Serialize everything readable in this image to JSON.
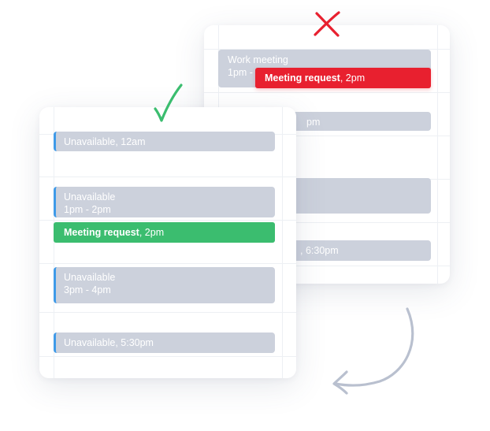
{
  "conflict_calendar": {
    "status": "rejected",
    "status_color": "#e8202f",
    "status_icon": "cross-icon",
    "events": [
      {
        "title": "Work meeting",
        "time": "1pm -"
      },
      {
        "title": "Meeting request",
        "time": ", 2pm",
        "color": "#e8202f"
      },
      {
        "time": "pm"
      },
      {
        "time": ", 6:30pm"
      }
    ]
  },
  "available_calendar": {
    "status": "accepted",
    "status_color": "#3bbd6f",
    "status_icon": "check-icon",
    "events": [
      {
        "title": "Unavailable",
        "time": ", 12am"
      },
      {
        "title": "Unavailable",
        "time": "1pm - 2pm"
      },
      {
        "title": "Meeting request",
        "time": ", 2pm",
        "color": "#3bbd6f"
      },
      {
        "title": "Unavailable",
        "time": "3pm - 4pm"
      },
      {
        "title": "Unavailable",
        "time": ", 5:30pm"
      }
    ]
  },
  "decoration": {
    "arrow_icon": "curved-arrow-icon",
    "arrow_color": "#b9c0cf",
    "busy_color": "#ccd1dc",
    "busy_accent": "#3f9ae8"
  }
}
